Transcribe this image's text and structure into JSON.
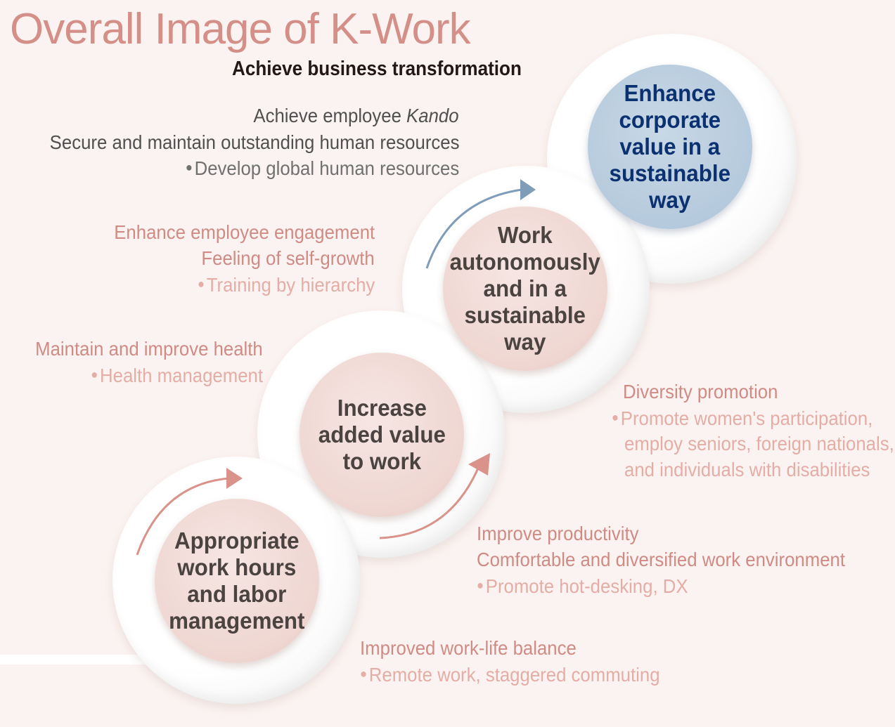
{
  "title": "Overall Image of K-Work",
  "subtitle": "Achieve business transformation",
  "goal_top": {
    "line1_prefix": "Achieve employee ",
    "line1_italic": "Kando",
    "line2": "Secure and maintain outstanding human resources",
    "bullet": "Develop global human resources"
  },
  "engagement": {
    "line1": "Enhance employee engagement",
    "line2": "Feeling of self-growth",
    "bullet": "Training by hierarchy"
  },
  "health": {
    "line1": "Maintain and improve health",
    "bullet": "Health management"
  },
  "diversity": {
    "line1": "Diversity promotion",
    "bullet_line1": "Promote women's participation,",
    "bullet_line2": "employ seniors, foreign nationals,",
    "bullet_line3": "and individuals with disabilities"
  },
  "productivity": {
    "line1": "Improve productivity",
    "line2": "Comfortable and diversified work environment",
    "bullet": "Promote hot-desking, DX"
  },
  "worklife": {
    "line1": "Improved work-life balance",
    "bullet": "Remote work, staggered commuting"
  },
  "circles": {
    "step1": [
      "Appropriate",
      "work hours",
      "and labor",
      "management"
    ],
    "step2": [
      "Increase",
      "added value",
      "to work"
    ],
    "step3": [
      "Work",
      "autonomously",
      "and in a",
      "sustainable",
      "way"
    ],
    "step4": [
      "Enhance",
      "corporate",
      "value in a",
      "sustainable",
      "way"
    ]
  },
  "colors": {
    "title": "#d49088",
    "pink_heading": "#cf8b84",
    "pink_sub": "#e4ada5",
    "blue_circle": "#b4c9dc",
    "blue_text": "#0b3170",
    "arrow_pink": "#d9938a",
    "arrow_blue": "#7f9db8"
  }
}
